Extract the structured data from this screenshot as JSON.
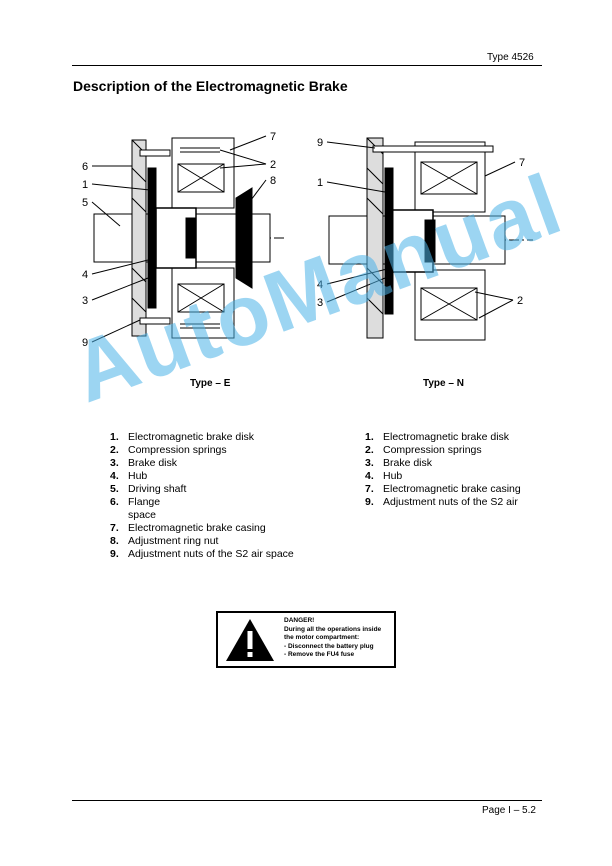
{
  "header": {
    "type_label": "Type 4526"
  },
  "title": "Description of the Electromagnetic Brake",
  "figures": {
    "type_e": {
      "caption": "Type – E",
      "callouts": [
        "6",
        "1",
        "5",
        "4",
        "3",
        "9",
        "7",
        "2",
        "8"
      ]
    },
    "type_n": {
      "caption": "Type – N",
      "callouts": [
        "9",
        "1",
        "4",
        "3",
        "7",
        "2"
      ]
    }
  },
  "legend_e": [
    {
      "num": "1.",
      "text": "Electromagnetic brake disk"
    },
    {
      "num": "2.",
      "text": "Compression springs"
    },
    {
      "num": "3.",
      "text": "Brake disk"
    },
    {
      "num": "4.",
      "text": "Hub"
    },
    {
      "num": "5.",
      "text": "Driving shaft"
    },
    {
      "num": "6.",
      "text": "Flange"
    },
    {
      "num": "",
      "text": "space"
    },
    {
      "num": "7.",
      "text": "Electromagnetic brake casing"
    },
    {
      "num": "8.",
      "text": "Adjustment ring nut"
    },
    {
      "num": "9.",
      "text": "Adjustment nuts of the S2 air space"
    }
  ],
  "legend_n": [
    {
      "num": "1.",
      "text": "Electromagnetic brake disk"
    },
    {
      "num": "2.",
      "text": "Compression springs"
    },
    {
      "num": "3.",
      "text": "Brake disk"
    },
    {
      "num": "4.",
      "text": "Hub"
    },
    {
      "num": "7.",
      "text": "Electromagnetic brake casing"
    },
    {
      "num": "9.",
      "text": "Adjustment nuts of the S2 air"
    }
  ],
  "danger": {
    "icon": "warning-triangle-icon",
    "lines": [
      "DANGER!",
      "During all the operations inside",
      "the motor compartment:",
      "- Disconnect the battery plug",
      "- Remove the FU4 fuse"
    ]
  },
  "footer": {
    "page_label": "Page I – 5.2"
  },
  "watermark": {
    "text": "AutoManual",
    "color": "#4db3e8"
  }
}
